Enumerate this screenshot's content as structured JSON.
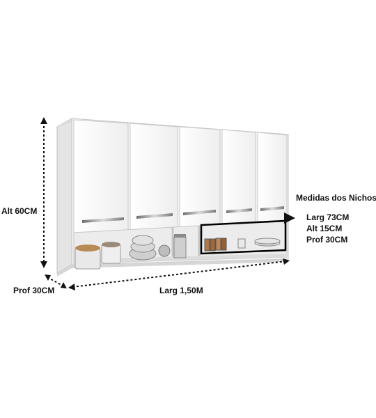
{
  "dimensions": {
    "height_label": "Alt 60CM",
    "depth_label": "Prof 30CM",
    "width_label": "Larg 1,50M"
  },
  "niche": {
    "title": "Medidas dos Nichos",
    "width": "Larg 73CM",
    "height": "Alt 15CM",
    "depth": "Prof 30CM"
  },
  "colors": {
    "cabinet_white": "#f6f6f6",
    "shadow_gray": "#cfcfcf",
    "handle_silver": "#8a8a8a",
    "dimension_line": "#111111"
  }
}
